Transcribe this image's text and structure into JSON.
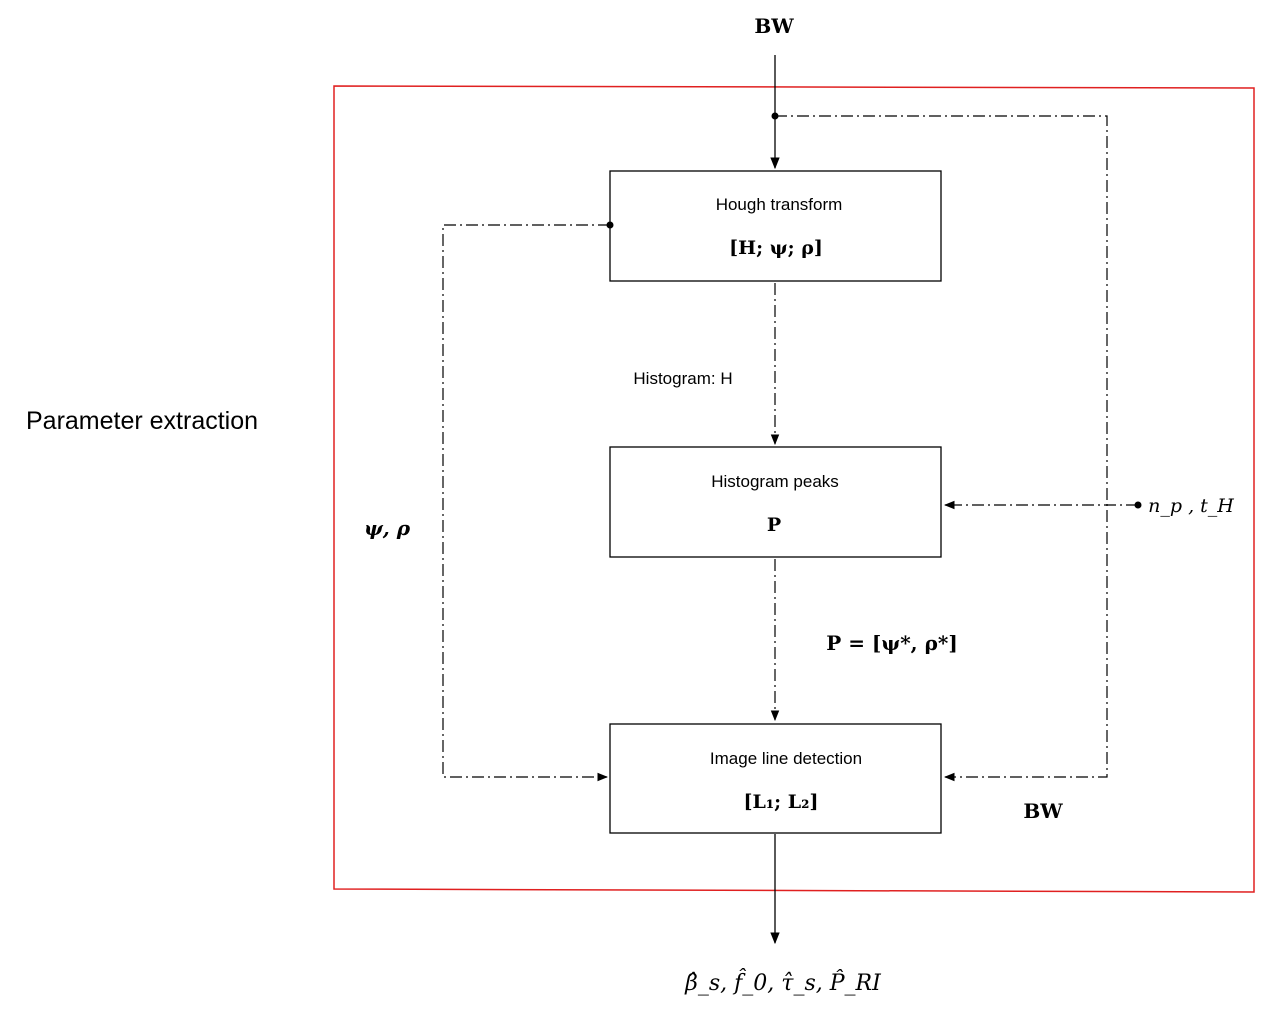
{
  "side_label": "Parameter extraction",
  "input_top": "BW",
  "input_side": "BW",
  "boxes": {
    "hough": {
      "title": "Hough transform",
      "formula": "[H; ψ; ρ]"
    },
    "peaks": {
      "title": "Histogram peaks",
      "formula": "P"
    },
    "detect": {
      "title": "Image line detection",
      "formula": "[L₁; L₂]"
    }
  },
  "edge_labels": {
    "histogram": "Histogram: H",
    "psi_rho": "ψ, ρ",
    "peak_params": "P = [ψ*, ρ*]",
    "thresholds": "n_p , t_H"
  },
  "output": "β̂_s, f̂_0, τ̂_s, P̂_RI",
  "colors": {
    "frame": "#e02020",
    "stroke": "#000000"
  }
}
